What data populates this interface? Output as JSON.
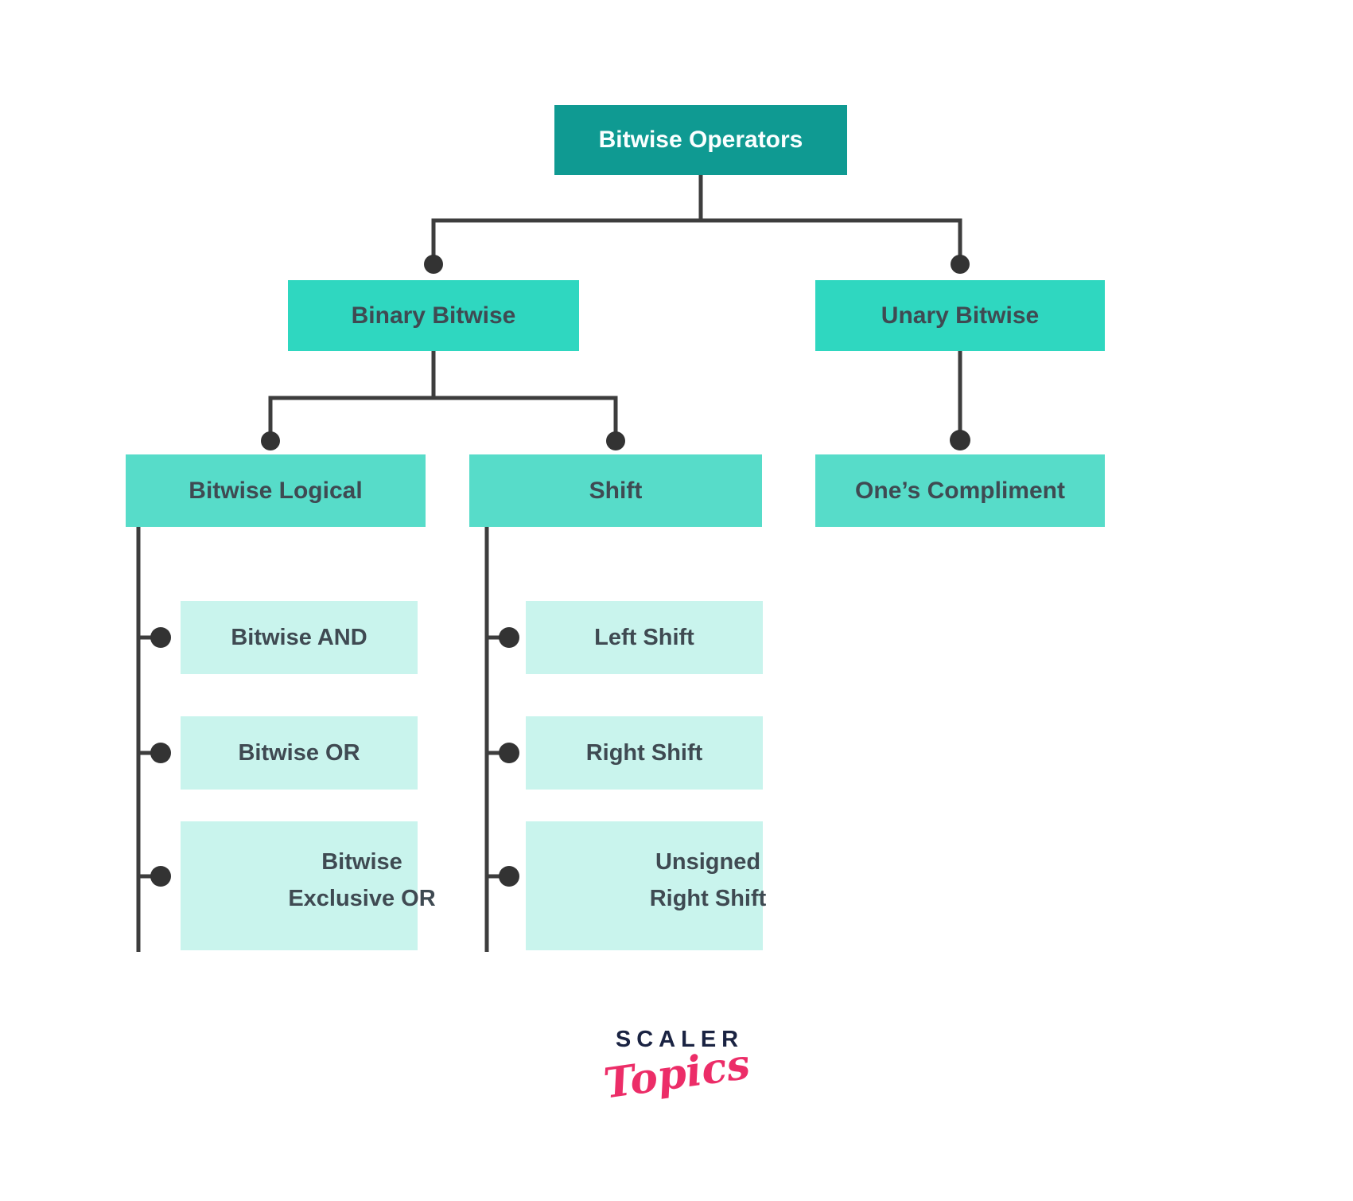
{
  "diagram_title": "Bitwise Operators tree diagram",
  "colors": {
    "root_fill": "#0F9A92",
    "level2_fill": "#2FD7C0",
    "level3_fill": "#57DCC9",
    "leaf_fill": "#C9F4ED",
    "connector_line": "#3D3D3D",
    "connector_dot": "#333333",
    "box_text": "#3F4A52",
    "root_text": "#FAFFFF",
    "logo_navy": "#1A2342",
    "logo_pink": "#EC2D68"
  },
  "nodes": {
    "root": "Bitwise Operators",
    "binary": "Binary Bitwise",
    "unary": "Unary Bitwise",
    "logical": "Bitwise Logical",
    "shift": "Shift",
    "ones": "One’s Compliment",
    "and": "Bitwise AND",
    "or": "Bitwise OR",
    "xor_line1": "Bitwise",
    "xor_line2": "Exclusive OR",
    "left_shift": "Left Shift",
    "right_shift": "Right Shift",
    "unsigned_line1": "Unsigned",
    "unsigned_line2": "Right Shift"
  },
  "logo": {
    "brand": "SCALER",
    "product": "Topics"
  }
}
